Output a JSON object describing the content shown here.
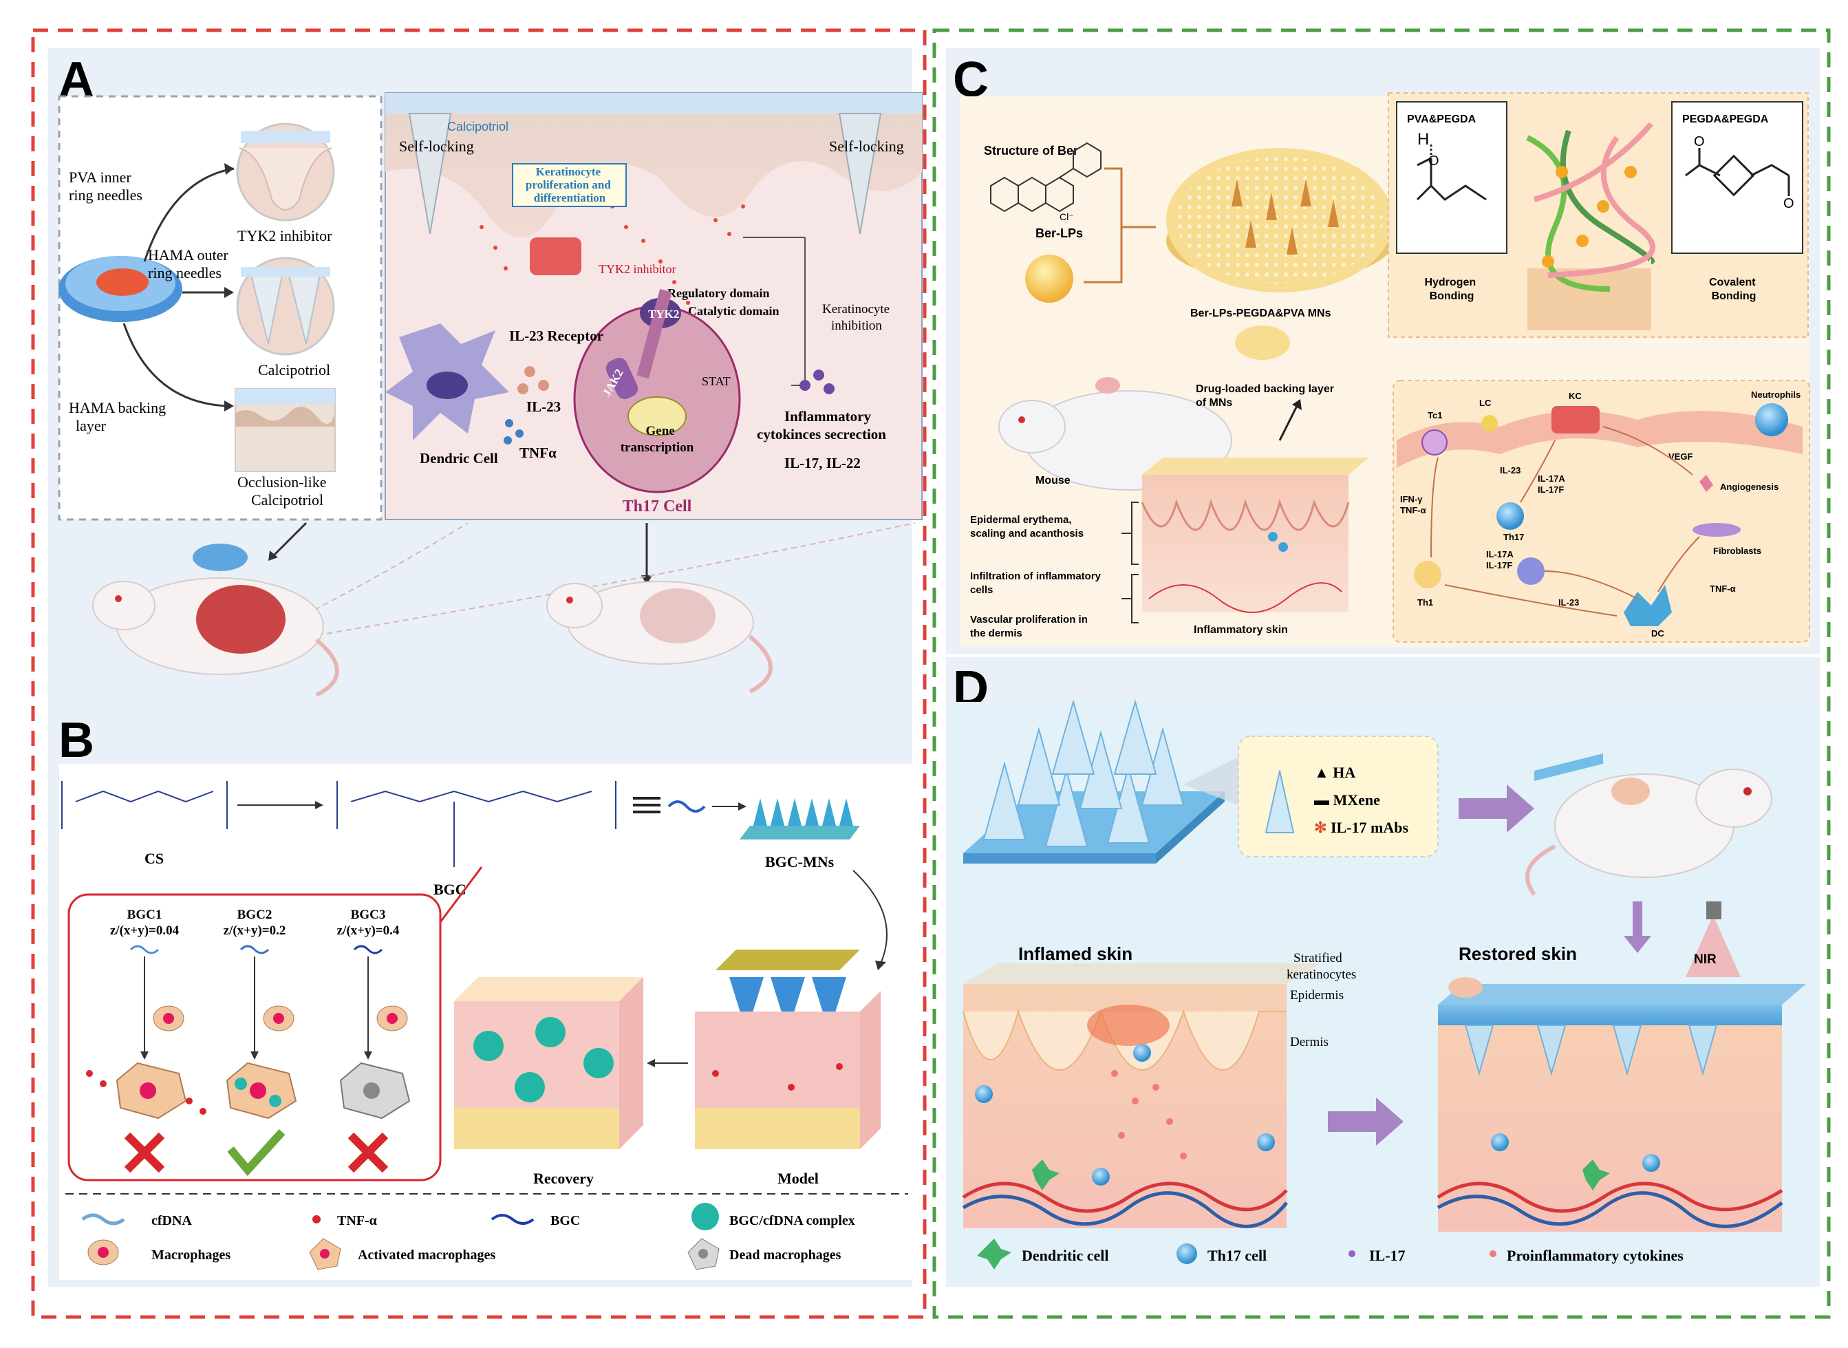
{
  "panels": {
    "A": {
      "letter": "A",
      "left": {
        "pva_inner": [
          "PVA inner",
          "ring needles"
        ],
        "hama_outer": [
          "HAMA outer",
          "ring needles"
        ],
        "hama_backing": [
          "HAMA backing",
          "layer"
        ],
        "tyk2_inhibitor": "TYK2 inhibitor",
        "calcipotriol": "Calcipotriol",
        "occlusion": [
          "Occlusion-like",
          "Calcipotriol"
        ]
      },
      "right": {
        "self_locking_left": "Self-locking",
        "self_locking_right": "Self-locking",
        "calcipotriol": "Calcipotriol",
        "kc_box": [
          "Keratinocyte",
          "proliferation and",
          "differentiation"
        ],
        "tyk2_inhibitor": "TYK2 inhibitor",
        "regulatory_domain": "Regulatory domain",
        "catalytic_domain": "Catalytic domain",
        "kc_inhibition": [
          "Keratinocyte",
          "inhibition"
        ],
        "il23_receptor": "IL-23 Receptor",
        "jak2": "JAK2",
        "tyk2": "TYK2",
        "stat": "STAT",
        "il23": "IL-23",
        "tnfa": "TNFα",
        "gene": [
          "Gene",
          "transcription"
        ],
        "dendric_cell": "Dendric Cell",
        "th17_cell": "Th17 Cell",
        "inflammatory": [
          "Inflammatory",
          "cytokinces secrection"
        ],
        "il17_il22": "IL-17, IL-22"
      }
    },
    "B": {
      "letter": "B",
      "cs": "CS",
      "bgc": "BGC",
      "bgc_mns": "BGC-MNs",
      "groups": [
        {
          "name": "BGC1",
          "ratio": "z/(x+y)=0.04"
        },
        {
          "name": "BGC2",
          "ratio": "z/(x+y)=0.2"
        },
        {
          "name": "BGC3",
          "ratio": "z/(x+y)=0.4"
        }
      ],
      "recovery": "Recovery",
      "model": "Model",
      "legend": {
        "cfdna": "cfDNA",
        "tnf": "TNF-α",
        "bgc": "BGC",
        "complex": "BGC/cfDNA complex",
        "macrophages": "Macrophages",
        "activated": "Activated macrophages",
        "dead": "Dead macrophages"
      }
    },
    "C": {
      "letter": "C",
      "structure_of_ber": "Structure of Ber",
      "ber_lps": "Ber-LPs",
      "mn_label": "Ber-LPs-PEGDA&PVA MNs",
      "pva_pegda": "PVA&PEGDA",
      "pegda_pegda": "PEGDA&PEGDA",
      "hydrogen": [
        "Hydrogen",
        "Bonding"
      ],
      "covalent": [
        "Covalent",
        "Bonding"
      ],
      "drug_loaded": [
        "Drug-loaded backing layer",
        "of MNs"
      ],
      "mouse": "Mouse",
      "epidermal": [
        "Epidermal erythema,",
        "scaling and acanthosis"
      ],
      "infiltration": [
        "Infiltration of inflammatory",
        "cells"
      ],
      "vascular": [
        "Vascular proliferation in",
        "the dermis"
      ],
      "inflammatory_skin": "Inflammatory skin",
      "cells": {
        "tc1": "Tc1",
        "lc": "LC",
        "kc": "KC",
        "neutrophils": "Neutrophils",
        "vegf": "VEGF",
        "angiogenesis": "Angiogenesis",
        "il23a": "IL-23",
        "il17a_f": [
          "IL-17A",
          "IL-17F"
        ],
        "th17": "Th17",
        "ifn": [
          "IFN-γ",
          "TNF-α"
        ],
        "il17a_f2": [
          "IL-17A",
          "IL-17F"
        ],
        "fibroblasts": "Fibroblasts",
        "tnf": "TNF-α",
        "th1": "Th1",
        "il23b": "IL-23",
        "dc": "DC"
      }
    },
    "D": {
      "letter": "D",
      "legend_box": {
        "ha": "HA",
        "mxene": "MXene",
        "il17": "IL-17 mAbs"
      },
      "inflamed": "Inflamed skin",
      "stratified": [
        "Stratified",
        "keratinocytes"
      ],
      "epidermis": "Epidermis",
      "dermis": "Dermis",
      "restored": "Restored skin",
      "nir": "NIR",
      "legend": {
        "dendritic": "Dendritic cell",
        "th17": "Th17 cell",
        "il17": "IL-17",
        "pro": "Proinflammatory cytokines"
      }
    }
  },
  "colors": {
    "left_frame": "#e0403a",
    "right_frame": "#4c9e45",
    "panel_bg": "#eaf0f7",
    "red_text": "#c8102e",
    "blue_text": "#2a7ab8",
    "th17_text": "#9b2b6a"
  }
}
